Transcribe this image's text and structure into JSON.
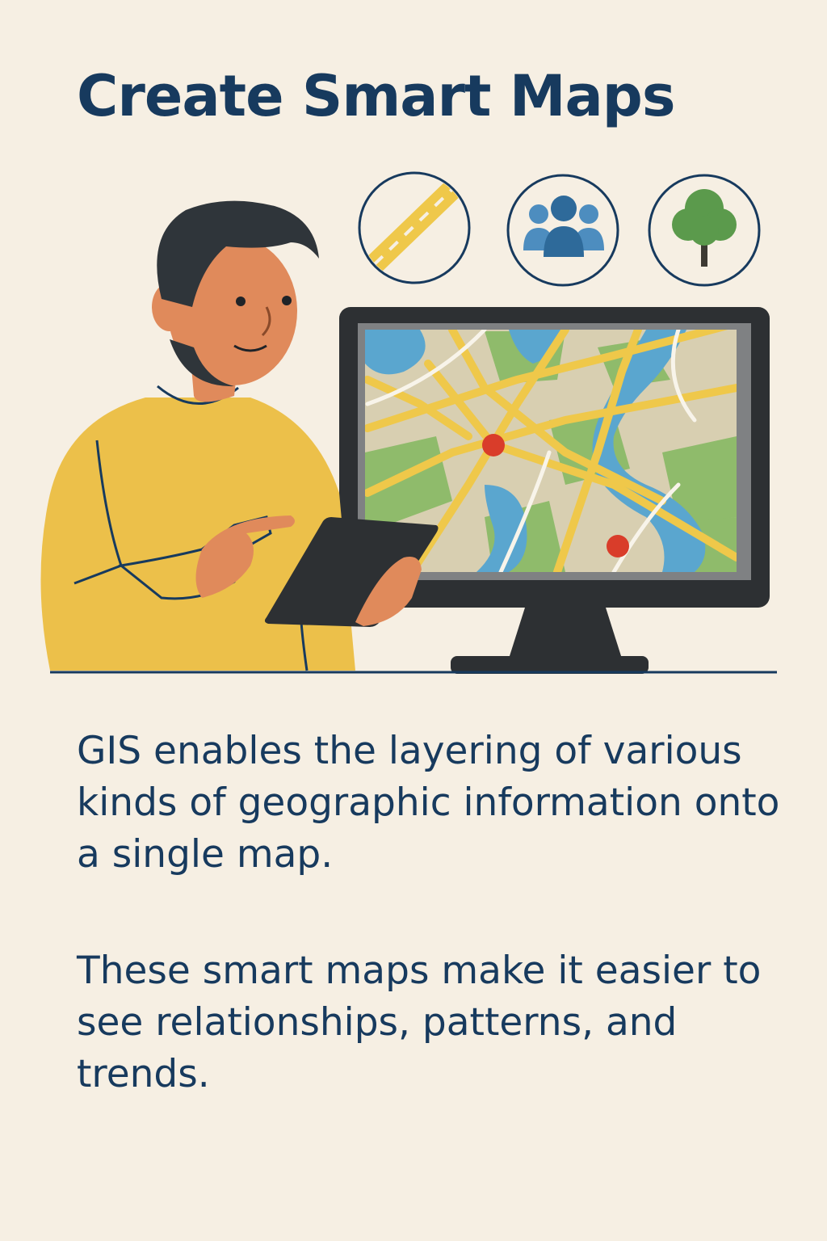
{
  "title": "Create Smart Maps",
  "paragraphs": [
    "GIS enables the layering of various kinds of geographic information onto a single map.",
    "These smart maps make it easier to see relationships, patterns, and trends."
  ],
  "layer_icons": [
    "road-icon",
    "people-icon",
    "tree-icon"
  ],
  "colors": {
    "background": "#f6efe3",
    "text": "#173a5e",
    "shirt": "#ecc04a",
    "skin": "#e08a5b",
    "map_road": "#efc84a",
    "map_water": "#5aa6cf",
    "map_park": "#8fbb6b",
    "marker": "#d93d2a"
  }
}
